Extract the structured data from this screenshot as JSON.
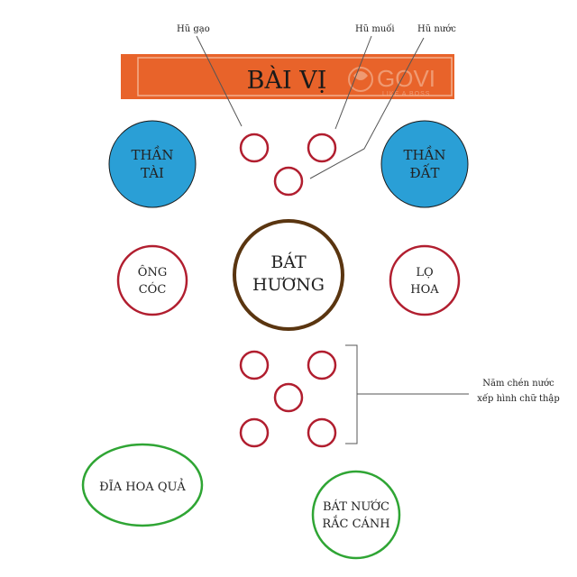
{
  "colors": {
    "banner_fill": "#e8632a",
    "banner_border": "#c9471d",
    "blue": "#2a9fd6",
    "red_ring": "#b11e2f",
    "brown_ring": "#5a3510",
    "green_ring": "#2fa534",
    "line": "#555555"
  },
  "banner": {
    "title": "BÀI VỊ",
    "watermark": "GOVI",
    "watermark_sub": "LIKE A BOSS"
  },
  "callouts": {
    "hu_gao": "Hũ gạo",
    "hu_muoi": "Hũ muối",
    "hu_nuoc": "Hũ nước",
    "nam_chen_1": "Năm chén nước",
    "nam_chen_2": "xếp hình chữ thập"
  },
  "items": {
    "than_tai_1": "THẦN",
    "than_tai_2": "TÀI",
    "than_dat_1": "THẦN",
    "than_dat_2": "ĐẤT",
    "ong_coc_1": "ÔNG",
    "ong_coc_2": "CÓC",
    "lo_hoa_1": "LỌ",
    "lo_hoa_2": "HOA",
    "bat_huong_1": "BÁT",
    "bat_huong_2": "HƯƠNG",
    "dia_hoa_qua": "ĐĨA HOA QUẢ",
    "bat_nuoc_1": "BÁT NƯỚC",
    "bat_nuoc_2": "RẮC CÁNH"
  }
}
